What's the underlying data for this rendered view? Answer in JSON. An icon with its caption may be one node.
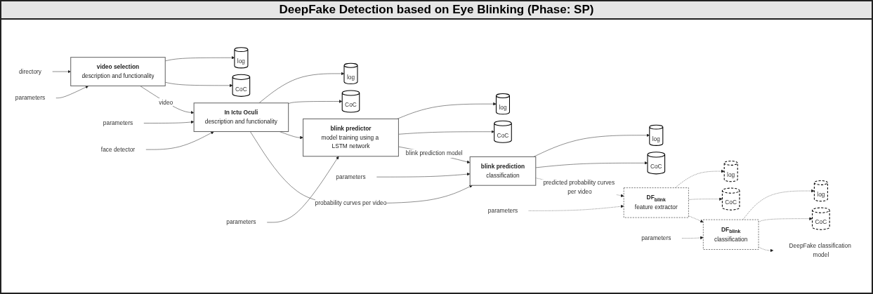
{
  "diagram": {
    "title": "DeepFake Detection based on Eye Blinking (Phase: SP)",
    "nodes": [
      {
        "text": [
          "directory"
        ]
      },
      {
        "text": [
          "parameters"
        ]
      },
      {
        "text": [
          "video selection",
          "description and functionality"
        ]
      },
      {
        "text": [
          "log"
        ]
      },
      {
        "text": [
          "CoC"
        ]
      },
      {
        "text": [
          "parameters"
        ]
      },
      {
        "text": [
          "face detector"
        ]
      },
      {
        "text": [
          "In Ictu Oculi",
          "description and functionality"
        ]
      },
      {
        "text": [
          "log"
        ]
      },
      {
        "text": [
          "CoC"
        ]
      },
      {
        "text": [
          "parameters"
        ]
      },
      {
        "text": [
          "blink predictor",
          "model training using a LSTM network"
        ]
      },
      {
        "text": [
          "log"
        ]
      },
      {
        "text": [
          "CoC"
        ]
      },
      {
        "text": [
          "parameters"
        ]
      },
      {
        "text": [
          "blink prediction",
          "classification"
        ]
      },
      {
        "text": [
          "log"
        ]
      },
      {
        "text": [
          "CoC"
        ]
      },
      {
        "text": [
          "parameters"
        ]
      },
      {
        "text": [
          "DF$_{blink}$",
          "feature extractor"
        ]
      },
      {
        "text": [
          "log"
        ]
      },
      {
        "text": [
          "CoC"
        ]
      },
      {
        "text": [
          "parameters"
        ]
      },
      {
        "text": [
          "DF$_{blink}$",
          "classification"
        ]
      },
      {
        "text": [
          "log"
        ]
      },
      {
        "text": [
          "CoC"
        ]
      },
      {
        "text": [
          "DeepFake classification model"
        ]
      }
    ],
    "edges": [
      {
        "from": 0,
        "to": 2,
        "arrow": "to"
      },
      {
        "from": 1,
        "to": 2,
        "arrow": "to"
      },
      {
        "from": 2,
        "to": 3,
        "arrow": "to"
      },
      {
        "from": 2,
        "to": 4,
        "arrow": "to"
      },
      {
        "from": 2,
        "to": 7,
        "arrow": "to",
        "label": "video"
      },
      {
        "from": 5,
        "to": 7,
        "arrow": "to"
      },
      {
        "from": 6,
        "to": 7,
        "arrow": "to"
      },
      {
        "from": 7,
        "to": 8,
        "arrow": "to"
      },
      {
        "from": 7,
        "to": 9,
        "arrow": "to"
      },
      {
        "from": 7,
        "to": 11,
        "arrow": "to"
      },
      {
        "from": 7,
        "to": 15,
        "arrow": "to",
        "label": "probability curves per video"
      },
      {
        "from": 10,
        "to": 11,
        "arrow": "to"
      },
      {
        "from": 11,
        "to": 12,
        "arrow": "to"
      },
      {
        "from": 11,
        "to": 13,
        "arrow": "to"
      },
      {
        "from": 11,
        "to": 15,
        "arrow": "to",
        "label": "blink prediction model"
      },
      {
        "from": 14,
        "to": 15,
        "arrow": "to"
      },
      {
        "from": 15,
        "to": 16,
        "arrow": "to"
      },
      {
        "from": 15,
        "to": 17,
        "arrow": "to"
      },
      {
        "from": 15,
        "to": 19,
        "arrow": "to",
        "label": "predicted probability curves per video",
        "style": "dashed"
      },
      {
        "from": 18,
        "to": 19,
        "arrow": "to",
        "style": "dashed"
      },
      {
        "from": 19,
        "to": 20,
        "arrow": "to",
        "style": "dashed"
      },
      {
        "from": 19,
        "to": 21,
        "arrow": "to",
        "style": "dashed"
      },
      {
        "from": 19,
        "to": 23,
        "arrow": "to",
        "style": "dashed"
      },
      {
        "from": 22,
        "to": 23,
        "arrow": "to",
        "style": "dashed"
      },
      {
        "from": 23,
        "to": 24,
        "arrow": "to",
        "style": "dashed"
      },
      {
        "from": 23,
        "to": 25,
        "arrow": "to",
        "style": "dashed"
      },
      {
        "from": 23,
        "to": 26,
        "arrow": "to",
        "style": "dashed"
      }
    ]
  }
}
